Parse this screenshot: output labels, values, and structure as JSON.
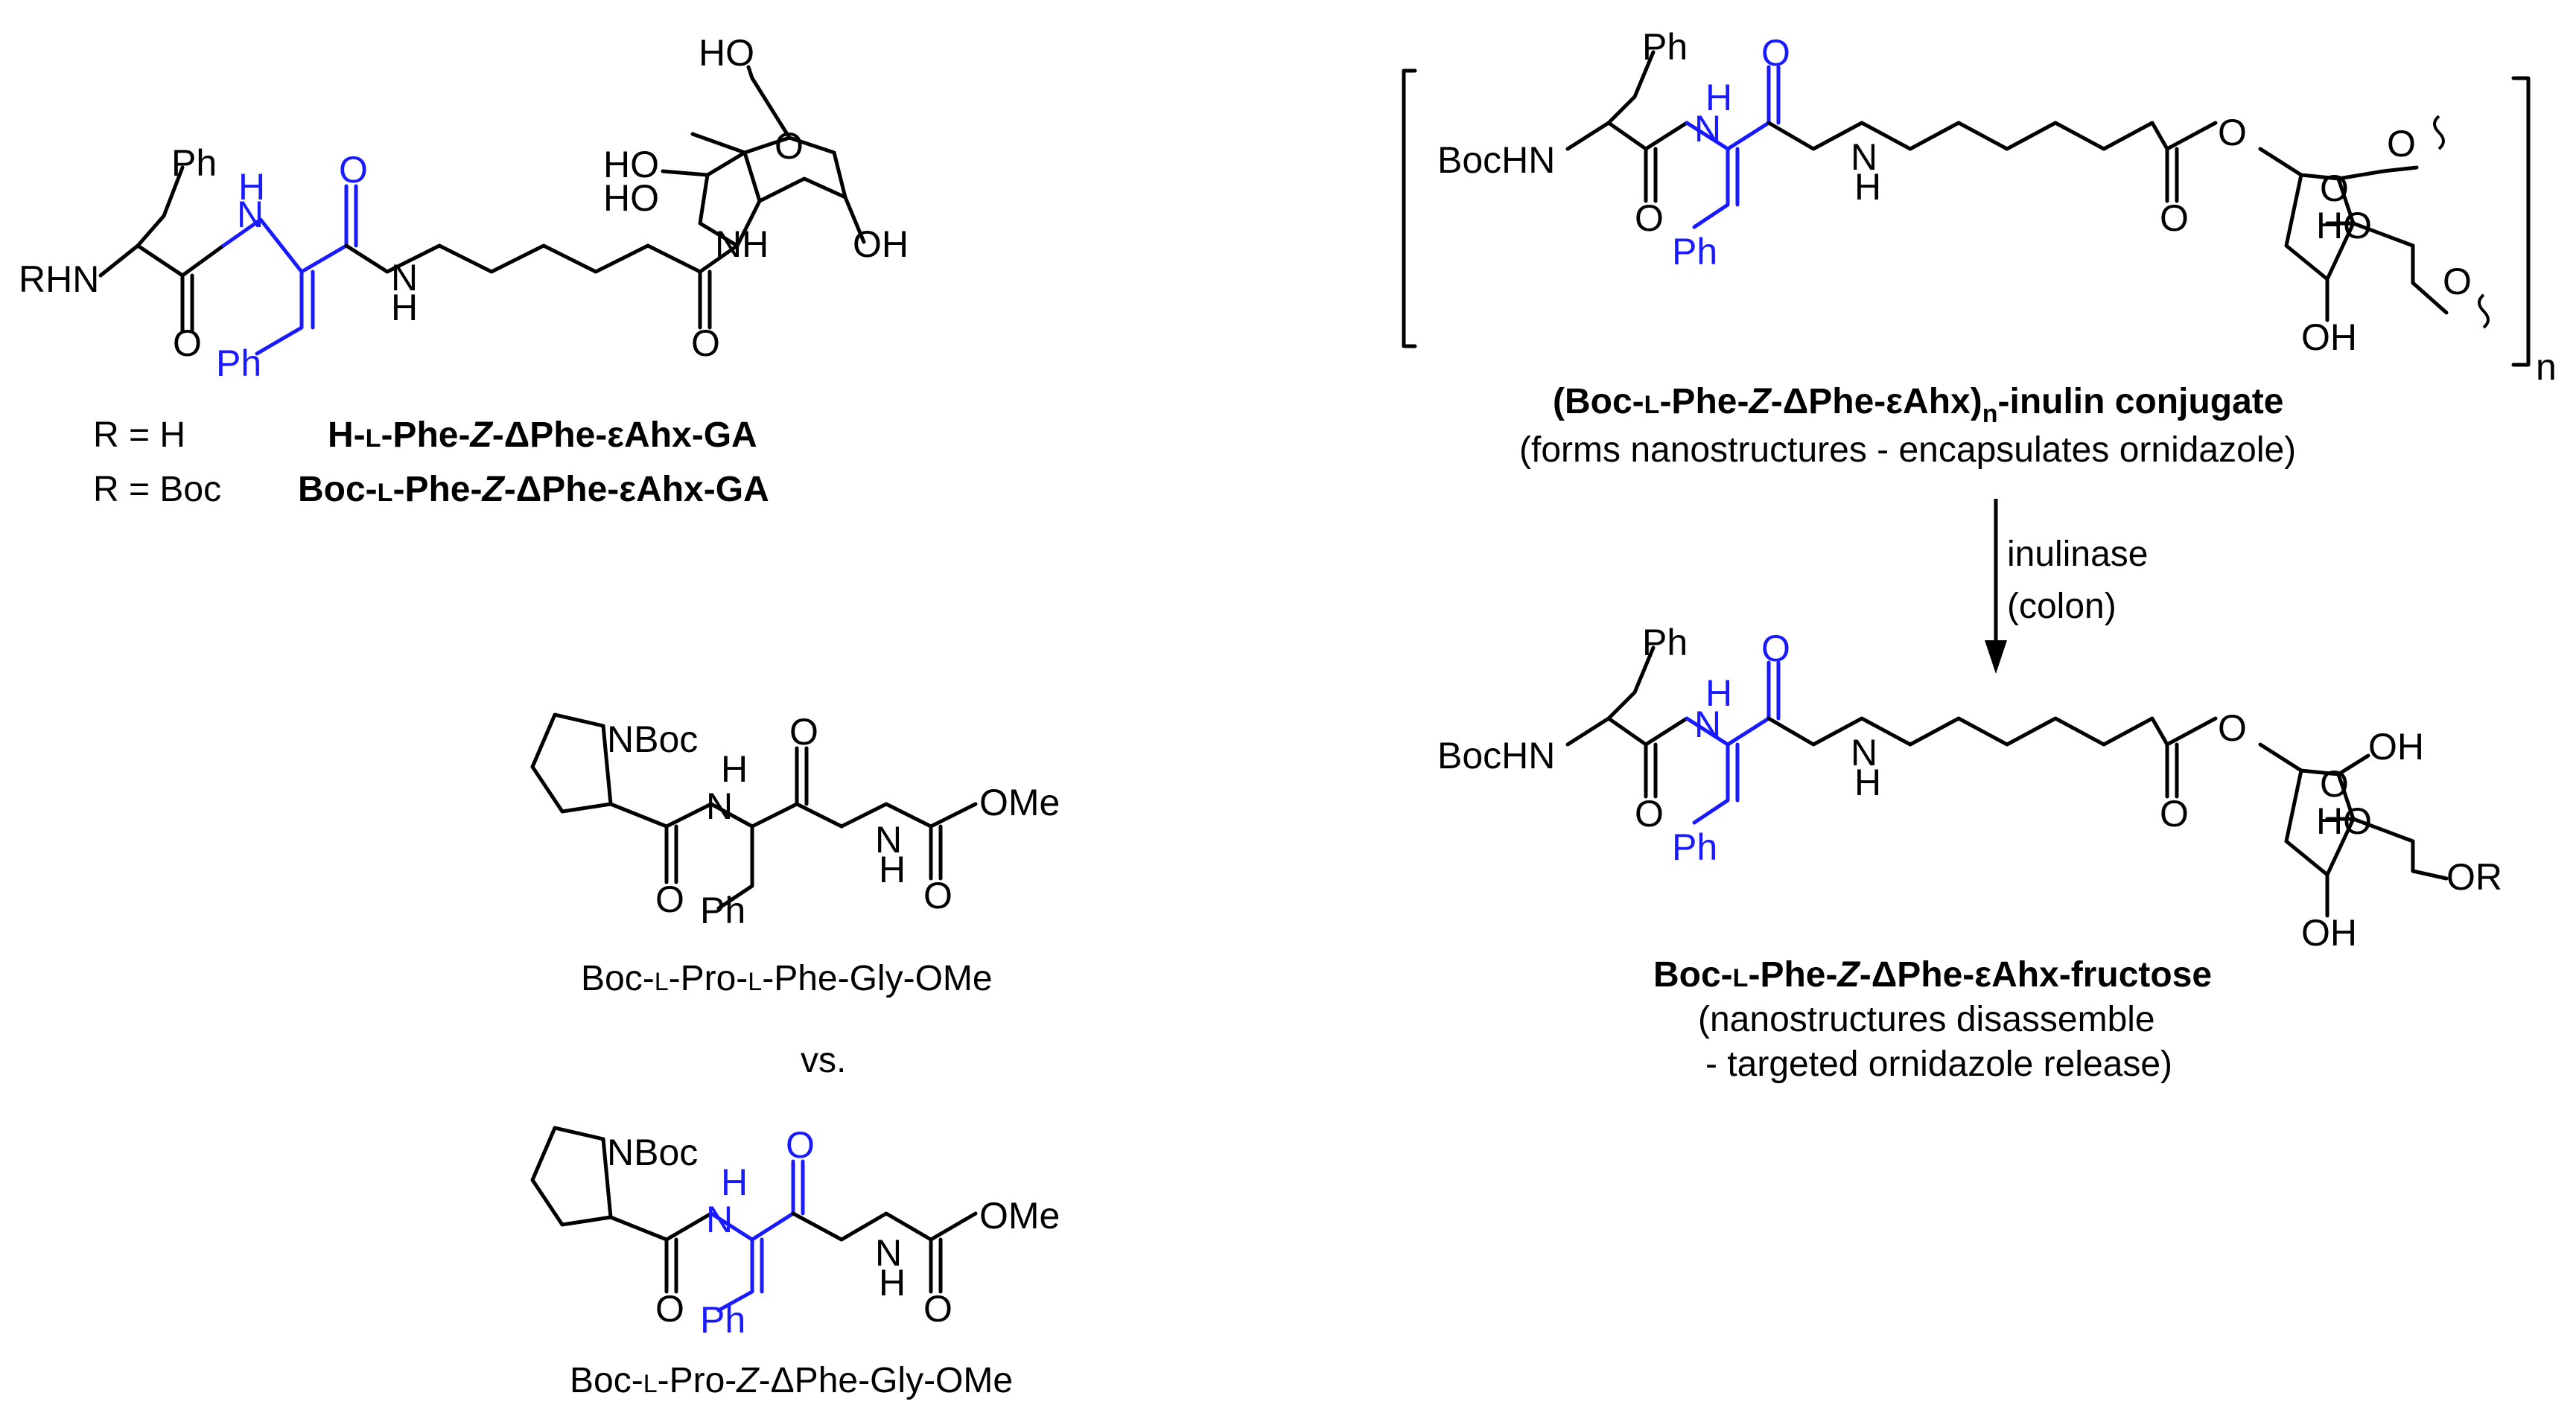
{
  "colors": {
    "ink": "#000000",
    "highlight": "#1a1aff",
    "background": "#ffffff"
  },
  "atoms": {
    "ph": "Ph",
    "rhn": "RHN",
    "boc_hn": "BocHN",
    "n_boc": "NBoc",
    "h": "H",
    "n": "N",
    "o": "O",
    "ho": "HO",
    "oh": "OH",
    "ome": "OMe",
    "or": "OR",
    "nh": "NH",
    "n_sub": "n"
  },
  "left_top": {
    "r_h": "R = H",
    "r_boc": "R = Boc",
    "name_h_parts": [
      "H-",
      "L",
      "-Phe-",
      "Z",
      "-ΔPhe-εAhx-GA"
    ],
    "name_boc_parts": [
      "Boc-",
      "L",
      "-Phe-",
      "Z",
      "-ΔPhe-εAhx-GA"
    ]
  },
  "left_bottom": {
    "name_1_parts": [
      "Boc-",
      "L",
      "-Pro-",
      "L",
      "-Phe-Gly-OMe"
    ],
    "vs": "vs.",
    "name_2_parts": [
      "Boc-",
      "L",
      "-Pro-",
      "Z",
      "-ΔPhe-Gly-OMe"
    ]
  },
  "right": {
    "conj_name_parts": [
      "(Boc-",
      "L",
      "-Phe-",
      "Z",
      "-ΔPhe-εAhx)",
      "n",
      "-inulin conjugate"
    ],
    "conj_desc": "(forms nanostructures - encapsulates ornidazole)",
    "arrow_label_1": "inulinase",
    "arrow_label_2": "(colon)",
    "fructose_name_parts": [
      "Boc-",
      "L",
      "-Phe-",
      "Z",
      "-ΔPhe-εAhx-fructose"
    ],
    "fructose_desc_1": "(nanostructures disassemble",
    "fructose_desc_2": "- targeted ornidazole release)"
  }
}
